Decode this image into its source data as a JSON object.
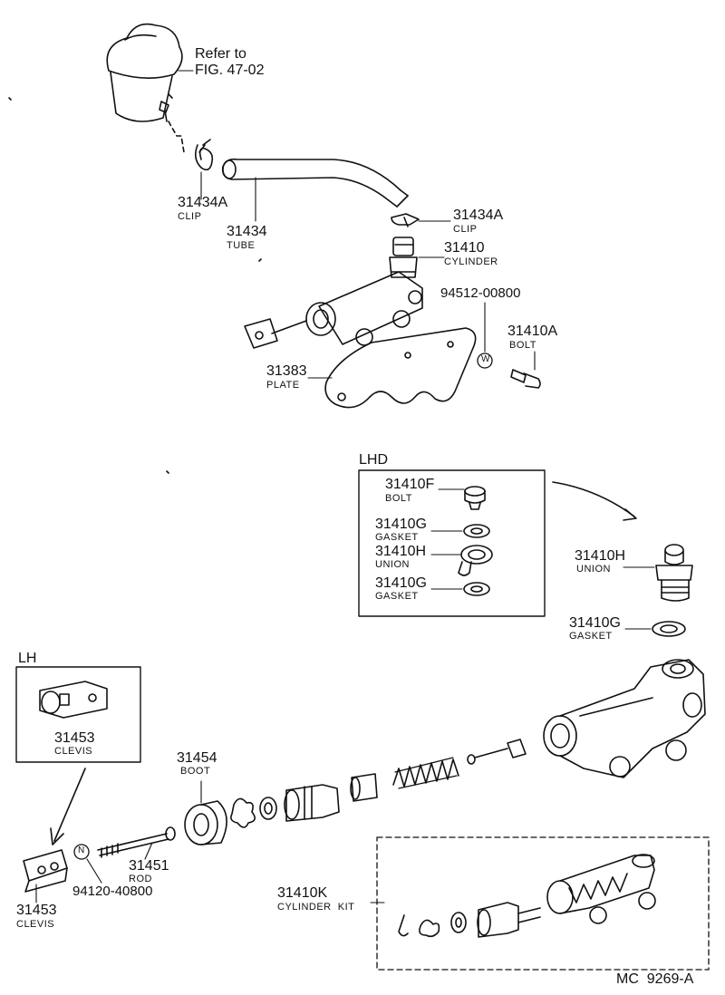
{
  "reference": {
    "line1": "Refer to",
    "line2": "FIG. 47-02"
  },
  "parts": {
    "clip_left": {
      "number": "31434A",
      "name": "CLIP"
    },
    "tube": {
      "number": "31434",
      "name": "TUBE"
    },
    "clip_right": {
      "number": "31434A",
      "name": "CLIP"
    },
    "cylinder": {
      "number": "31410",
      "name": "CYLINDER"
    },
    "washer": {
      "number": "94512-00800"
    },
    "bolt": {
      "number": "31410A",
      "name": "BOLT"
    },
    "plate": {
      "number": "31383",
      "name": "PLATE"
    },
    "lhd_bolt": {
      "number": "31410F",
      "name": "BOLT"
    },
    "lhd_gasket_top": {
      "number": "31410G",
      "name": "GASKET"
    },
    "lhd_union": {
      "number": "31410H",
      "name": "UNION"
    },
    "lhd_gasket_bottom": {
      "number": "31410G",
      "name": "GASKET"
    },
    "union": {
      "number": "31410H",
      "name": "UNION"
    },
    "gasket": {
      "number": "31410G",
      "name": "GASKET"
    },
    "lh_clevis": {
      "number": "31453",
      "name": "CLEVIS"
    },
    "boot": {
      "number": "31454",
      "name": "BOOT"
    },
    "rod": {
      "number": "31451",
      "name": "ROD"
    },
    "nut": {
      "number": "94120-40800"
    },
    "clevis": {
      "number": "31453",
      "name": "CLEVIS"
    },
    "cylinder_kit": {
      "number": "31410K",
      "name": "CYLINDER  KIT"
    }
  },
  "boxes": {
    "lhd": "LHD",
    "lh": "LH"
  },
  "markers": {
    "washer": "W",
    "nut": "N"
  },
  "figure_code": "MC  9269-A"
}
